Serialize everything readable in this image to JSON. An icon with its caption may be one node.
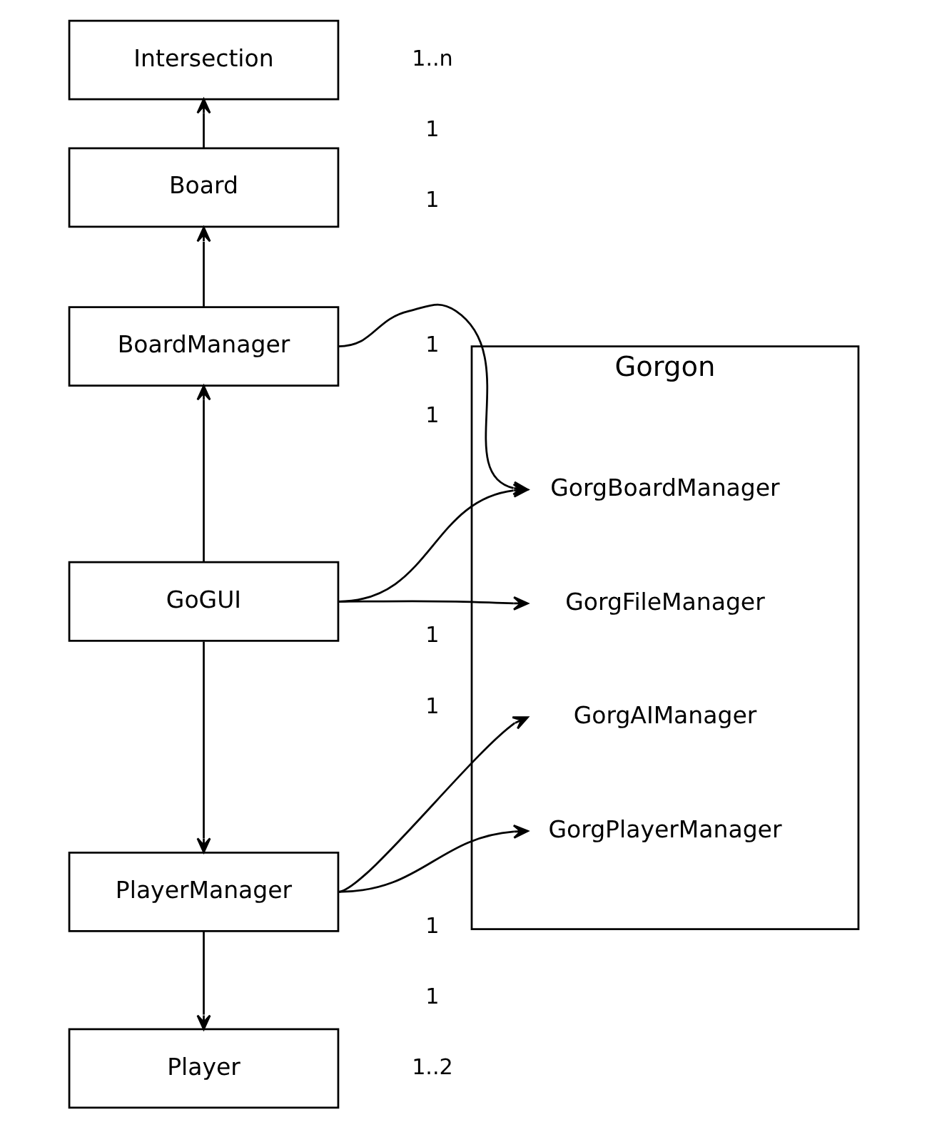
{
  "diagram": {
    "nodes": [
      {
        "text": [
          "Gorgon"
        ]
      },
      {
        "text": [
          "Intersection"
        ]
      },
      {
        "text": [
          "Board"
        ]
      },
      {
        "text": [
          "BoardManager"
        ]
      },
      {
        "text": [
          "GoGUI"
        ]
      },
      {
        "text": [
          "PlayerManager"
        ]
      },
      {
        "text": [
          "Player"
        ]
      },
      {
        "text": [
          "GorgBoardManager"
        ],
        "in": 0
      },
      {
        "text": [
          "GorgPlayerManager"
        ],
        "in": 0
      },
      {
        "text": [
          "GorgFileManager"
        ],
        "in": 0
      },
      {
        "text": [
          "GorgAIManager"
        ],
        "in": 0
      }
    ],
    "edges": [
      {
        "from": 2,
        "to": 1,
        "arrow": "to"
      },
      {
        "from": 3,
        "to": 2,
        "arrow": "to"
      },
      {
        "from": 4,
        "to": 3,
        "arrow": "to"
      },
      {
        "from": 4,
        "to": 5,
        "arrow": "to"
      },
      {
        "from": 5,
        "to": 6,
        "arrow": "to"
      },
      {
        "from": 3,
        "to": 7,
        "arrow": "to"
      },
      {
        "from": 4,
        "to": 7,
        "arrow": "to"
      },
      {
        "from": 4,
        "to": 9,
        "arrow": "to"
      },
      {
        "from": 5,
        "to": 8,
        "arrow": "to"
      },
      {
        "from": 5,
        "to": 10,
        "arrow": "to"
      }
    ],
    "labels": [
      "1..n",
      "1",
      "1",
      "1",
      "1",
      "1",
      "1",
      "1",
      "1",
      "1..2"
    ]
  }
}
